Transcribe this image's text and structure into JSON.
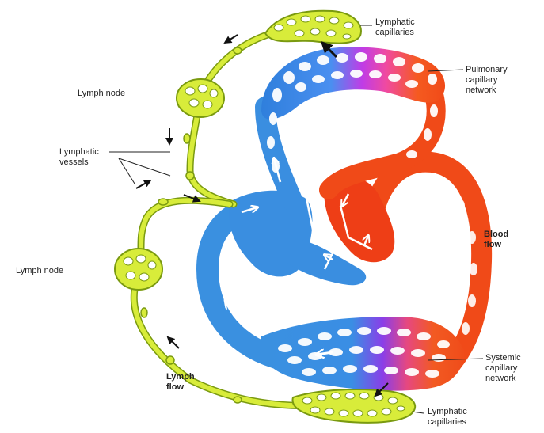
{
  "labels": {
    "lymphatic_capillaries_top": "Lymphatic\ncapillaries",
    "pulmonary_capillary_network": "Pulmonary\ncapillary\nnetwork",
    "lymph_node_top": "Lymph node",
    "lymphatic_vessels": "Lymphatic\nvessels",
    "blood_flow": "Blood\nflow",
    "lymph_node_bottom": "Lymph node",
    "systemic_capillary_network": "Systemic\ncapillary\nnetwork",
    "lymph_flow": "Lymph\nflow",
    "lymphatic_capillaries_bottom": "Lymphatic\ncapillaries"
  },
  "colors": {
    "deoxygenated_blood": "#3a8fe0",
    "oxygenated_blood": "#f0441c",
    "transition": "#d040e0",
    "lymph": "#d8ec3a",
    "lymph_outline": "#7a9a10",
    "arrow": "#111111"
  }
}
